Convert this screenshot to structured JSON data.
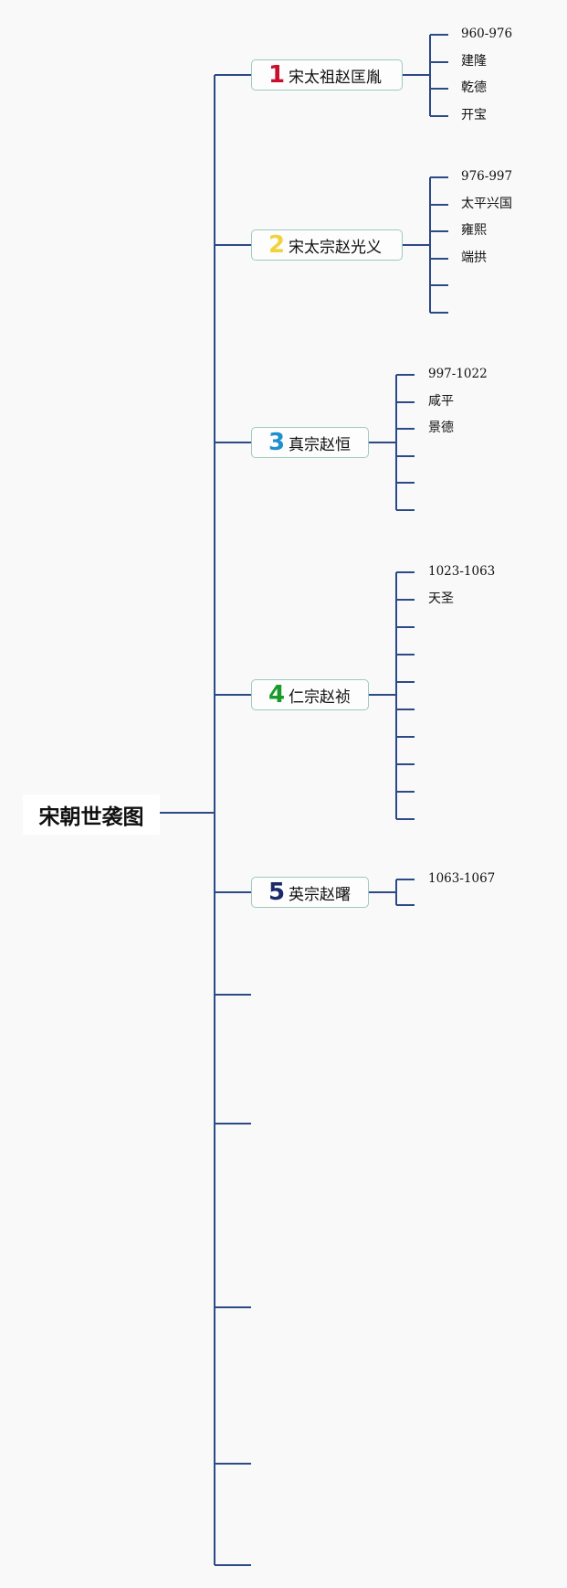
{
  "root": {
    "title": "宋朝世袭图"
  },
  "line_color": "#2c4a85",
  "emperors": [
    {
      "number": "1",
      "number_color": "#c8102e",
      "name": "宋太祖赵匡胤",
      "items": [
        "960-976",
        "建隆",
        "乾德",
        "开宝"
      ],
      "blank_slots": 0
    },
    {
      "number": "2",
      "number_color": "#f2d23c",
      "name": "宋太宗赵光义",
      "items": [
        "976-997",
        "太平兴国",
        "雍熙",
        "端拱"
      ],
      "blank_slots": 2
    },
    {
      "number": "3",
      "number_color": "#1f8fd0",
      "name": "真宗赵恒",
      "items": [
        "997-1022",
        "咸平",
        "景德"
      ],
      "blank_slots": 3
    },
    {
      "number": "4",
      "number_color": "#1a9a2a",
      "name": "仁宗赵祯",
      "items": [
        "1023-1063",
        "天圣"
      ],
      "blank_slots": 8
    },
    {
      "number": "5",
      "number_color": "#1b2a6b",
      "name": "英宗赵曙",
      "items": [
        "1063-1067"
      ],
      "blank_slots": 1
    }
  ],
  "empty_branches": 5
}
